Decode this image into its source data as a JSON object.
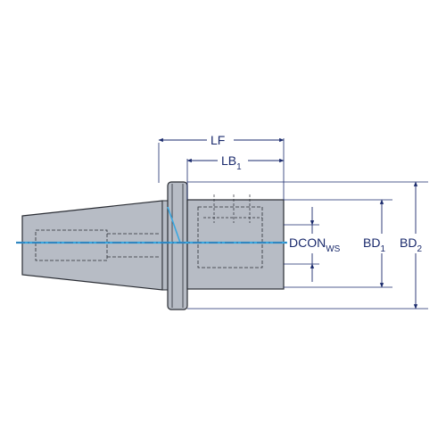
{
  "labels": {
    "lf": "LF",
    "lb_main": "LB",
    "lb_sub": "1",
    "dcon_main": "DCON",
    "dcon_sub": "WS",
    "bd1_main": "BD",
    "bd1_sub": "1",
    "bd2_main": "BD",
    "bd2_sub": "2"
  },
  "colors": {
    "body_fill": "#b7bcc5",
    "outline": "#2a2d34",
    "axis": "#3aa7e0",
    "dimension": "#1a2a6c",
    "background": "#ffffff"
  }
}
